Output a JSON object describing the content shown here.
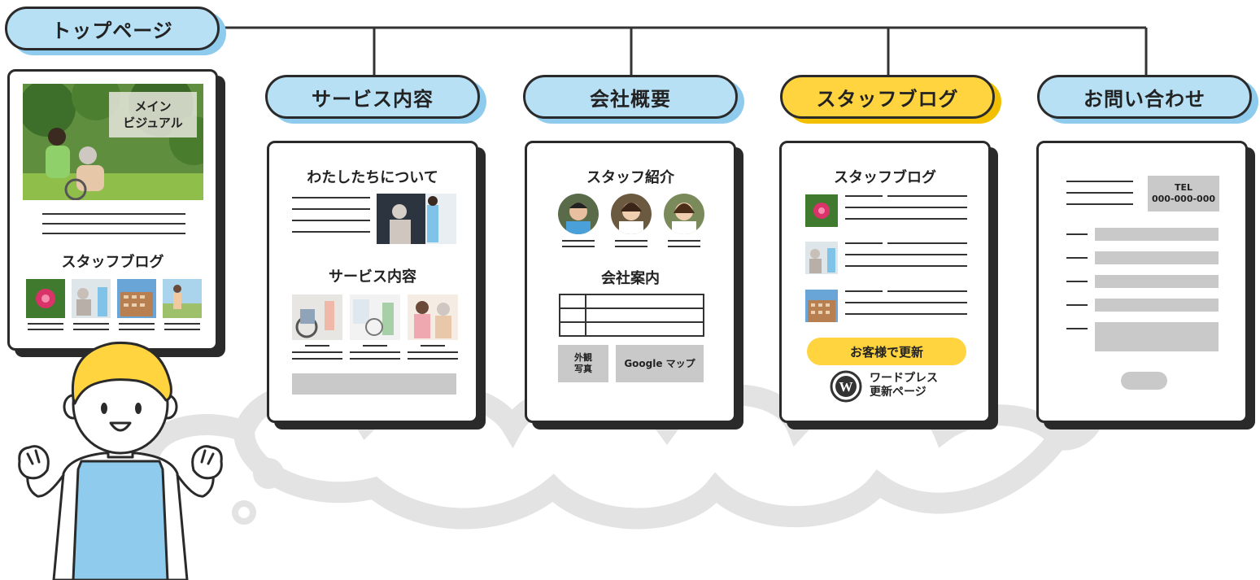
{
  "top": {
    "label": "トップページ"
  },
  "colors": {
    "blue_pill": "#b7e0f5",
    "yellow_pill": "#ffd43f",
    "gray_block": "#c9c9c9",
    "cloud": "#e3e3e3",
    "outline": "#2a2a2a"
  },
  "top_card": {
    "main_visual_label_1": "メイン",
    "main_visual_label_2": "ビジュアル",
    "blog_title": "スタッフブログ"
  },
  "service": {
    "label": "サービス内容",
    "about_title": "わたしたちについて",
    "service_title": "サービス内容"
  },
  "company": {
    "label": "会社概要",
    "staff_title": "スタッフ紹介",
    "info_title": "会社案内",
    "exterior_1": "外観",
    "exterior_2": "写真",
    "map": "Google マップ"
  },
  "blog": {
    "label": "スタッフブログ",
    "title": "スタッフブログ",
    "update_badge": "お客様で更新",
    "wp_line1": "ワードプレス",
    "wp_line2": "更新ページ",
    "wp_icon": "wordpress-icon"
  },
  "contact": {
    "label": "お問い合わせ",
    "tel_label": "TEL",
    "tel_number": "000-000-000"
  }
}
